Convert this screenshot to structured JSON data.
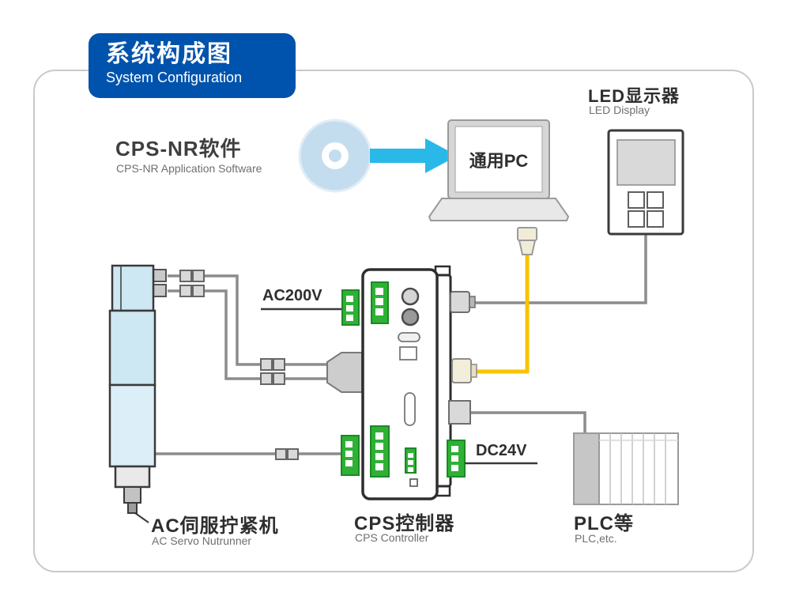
{
  "header": {
    "title_zh": "系统构成图",
    "title_en": "System Configuration"
  },
  "nodes": {
    "software": {
      "label_zh": "CPS-NR软件",
      "label_en": "CPS-NR  Application Software"
    },
    "pc": {
      "label_zh": "通用PC"
    },
    "led_display": {
      "label_zh": "LED显示器",
      "label_en": "LED Display"
    },
    "nutrunner": {
      "label_zh": "AC伺服拧紧机",
      "label_en": "AC Servo Nutrunner"
    },
    "controller": {
      "label_zh": "CPS控制器",
      "label_en": "CPS Controller"
    },
    "plc": {
      "label_zh": "PLC等",
      "label_en": "PLC,etc."
    }
  },
  "power_labels": {
    "ac": "AC200V",
    "dc": "DC24V"
  },
  "icons": {
    "cd_disc": "cd-disc-icon",
    "flow_arrow": "flow-arrow-icon"
  },
  "colors": {
    "badge_blue": "#0053ad",
    "arrow_cyan": "#29b8e8",
    "cable_yellow": "#f6c400",
    "connector_green": "#2eb135",
    "device_light_blue": "#cde7f3",
    "cable_gray": "#8c8c8c",
    "outline_dark": "#2e2e2e"
  }
}
